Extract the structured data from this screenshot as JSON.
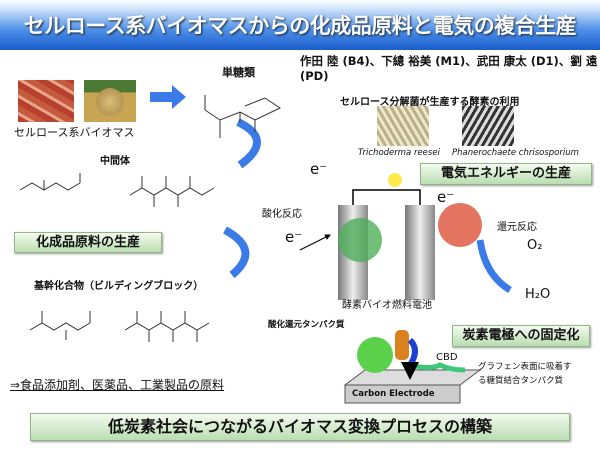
{
  "title": "セルロース系バイオマスからの化成品原料と電気の複合生産",
  "authors": "作田 陸 (B4)、下總 裕美 (M1)、武田 康太 (D1)、劉 遠 (PD)",
  "biomass_label": "セルロース系バイオマス",
  "monosaccharide_label": "単糖類",
  "intermediate_label": "中間体",
  "enzyme_use_label": "セルロース分解菌が生産する酵素の利用",
  "fungi": [
    {
      "name": "Trichoderma reesei"
    },
    {
      "name": "Phanerochaete chrisosporium"
    }
  ],
  "electricity_box": "電気エネルギーの生産",
  "chemical_box": "化成品原料の生産",
  "oxidation": "酸化反応",
  "reduction": "還元反応",
  "electron": "e⁻",
  "o2": "O₂",
  "h2o": "H₂O",
  "fuel_cell": "酵素バイオ燃料電池",
  "building_block": "基幹化合物（ビルディングブロック）",
  "redox_protein": "酸化還元タンパク質",
  "carbon_fix_box": "炭素電極への固定化",
  "cbd": "CBD",
  "cbd_desc": [
    "グラフェン表面に吸着す",
    "る糖質結合タンパク質"
  ],
  "carbon_electrode": "Carbon Electrode",
  "applications": "⇒食品添加剤、医薬品、工業製品の原料",
  "bottom_banner": "低炭素社会につながるバイオマス変換プロセスの構築",
  "colors": {
    "title_blue": "#1a5dcc",
    "arrow_blue": "#3a7be8",
    "box_green": "#b9ddb0"
  }
}
